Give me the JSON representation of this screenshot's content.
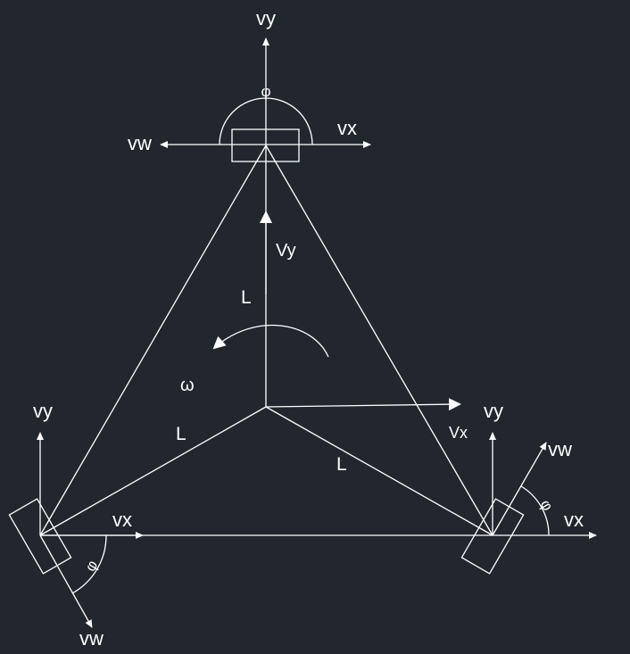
{
  "colors": {
    "background": "#22272e",
    "stroke": "#ffffff"
  },
  "top_wheel": {
    "vy": "vy",
    "vx": "vx",
    "vw": "vw",
    "phi": "φ"
  },
  "left_wheel": {
    "vy": "vy",
    "vx": "vx",
    "vw": "vw",
    "phi": "φ"
  },
  "right_wheel": {
    "vy": "vy",
    "vx": "vx",
    "vw": "vw",
    "phi": "φ"
  },
  "center": {
    "Vy": "Vy",
    "Vx": "Vx",
    "omega": "ω"
  },
  "arm_labels": {
    "top": "L",
    "left": "L",
    "right": "L"
  }
}
